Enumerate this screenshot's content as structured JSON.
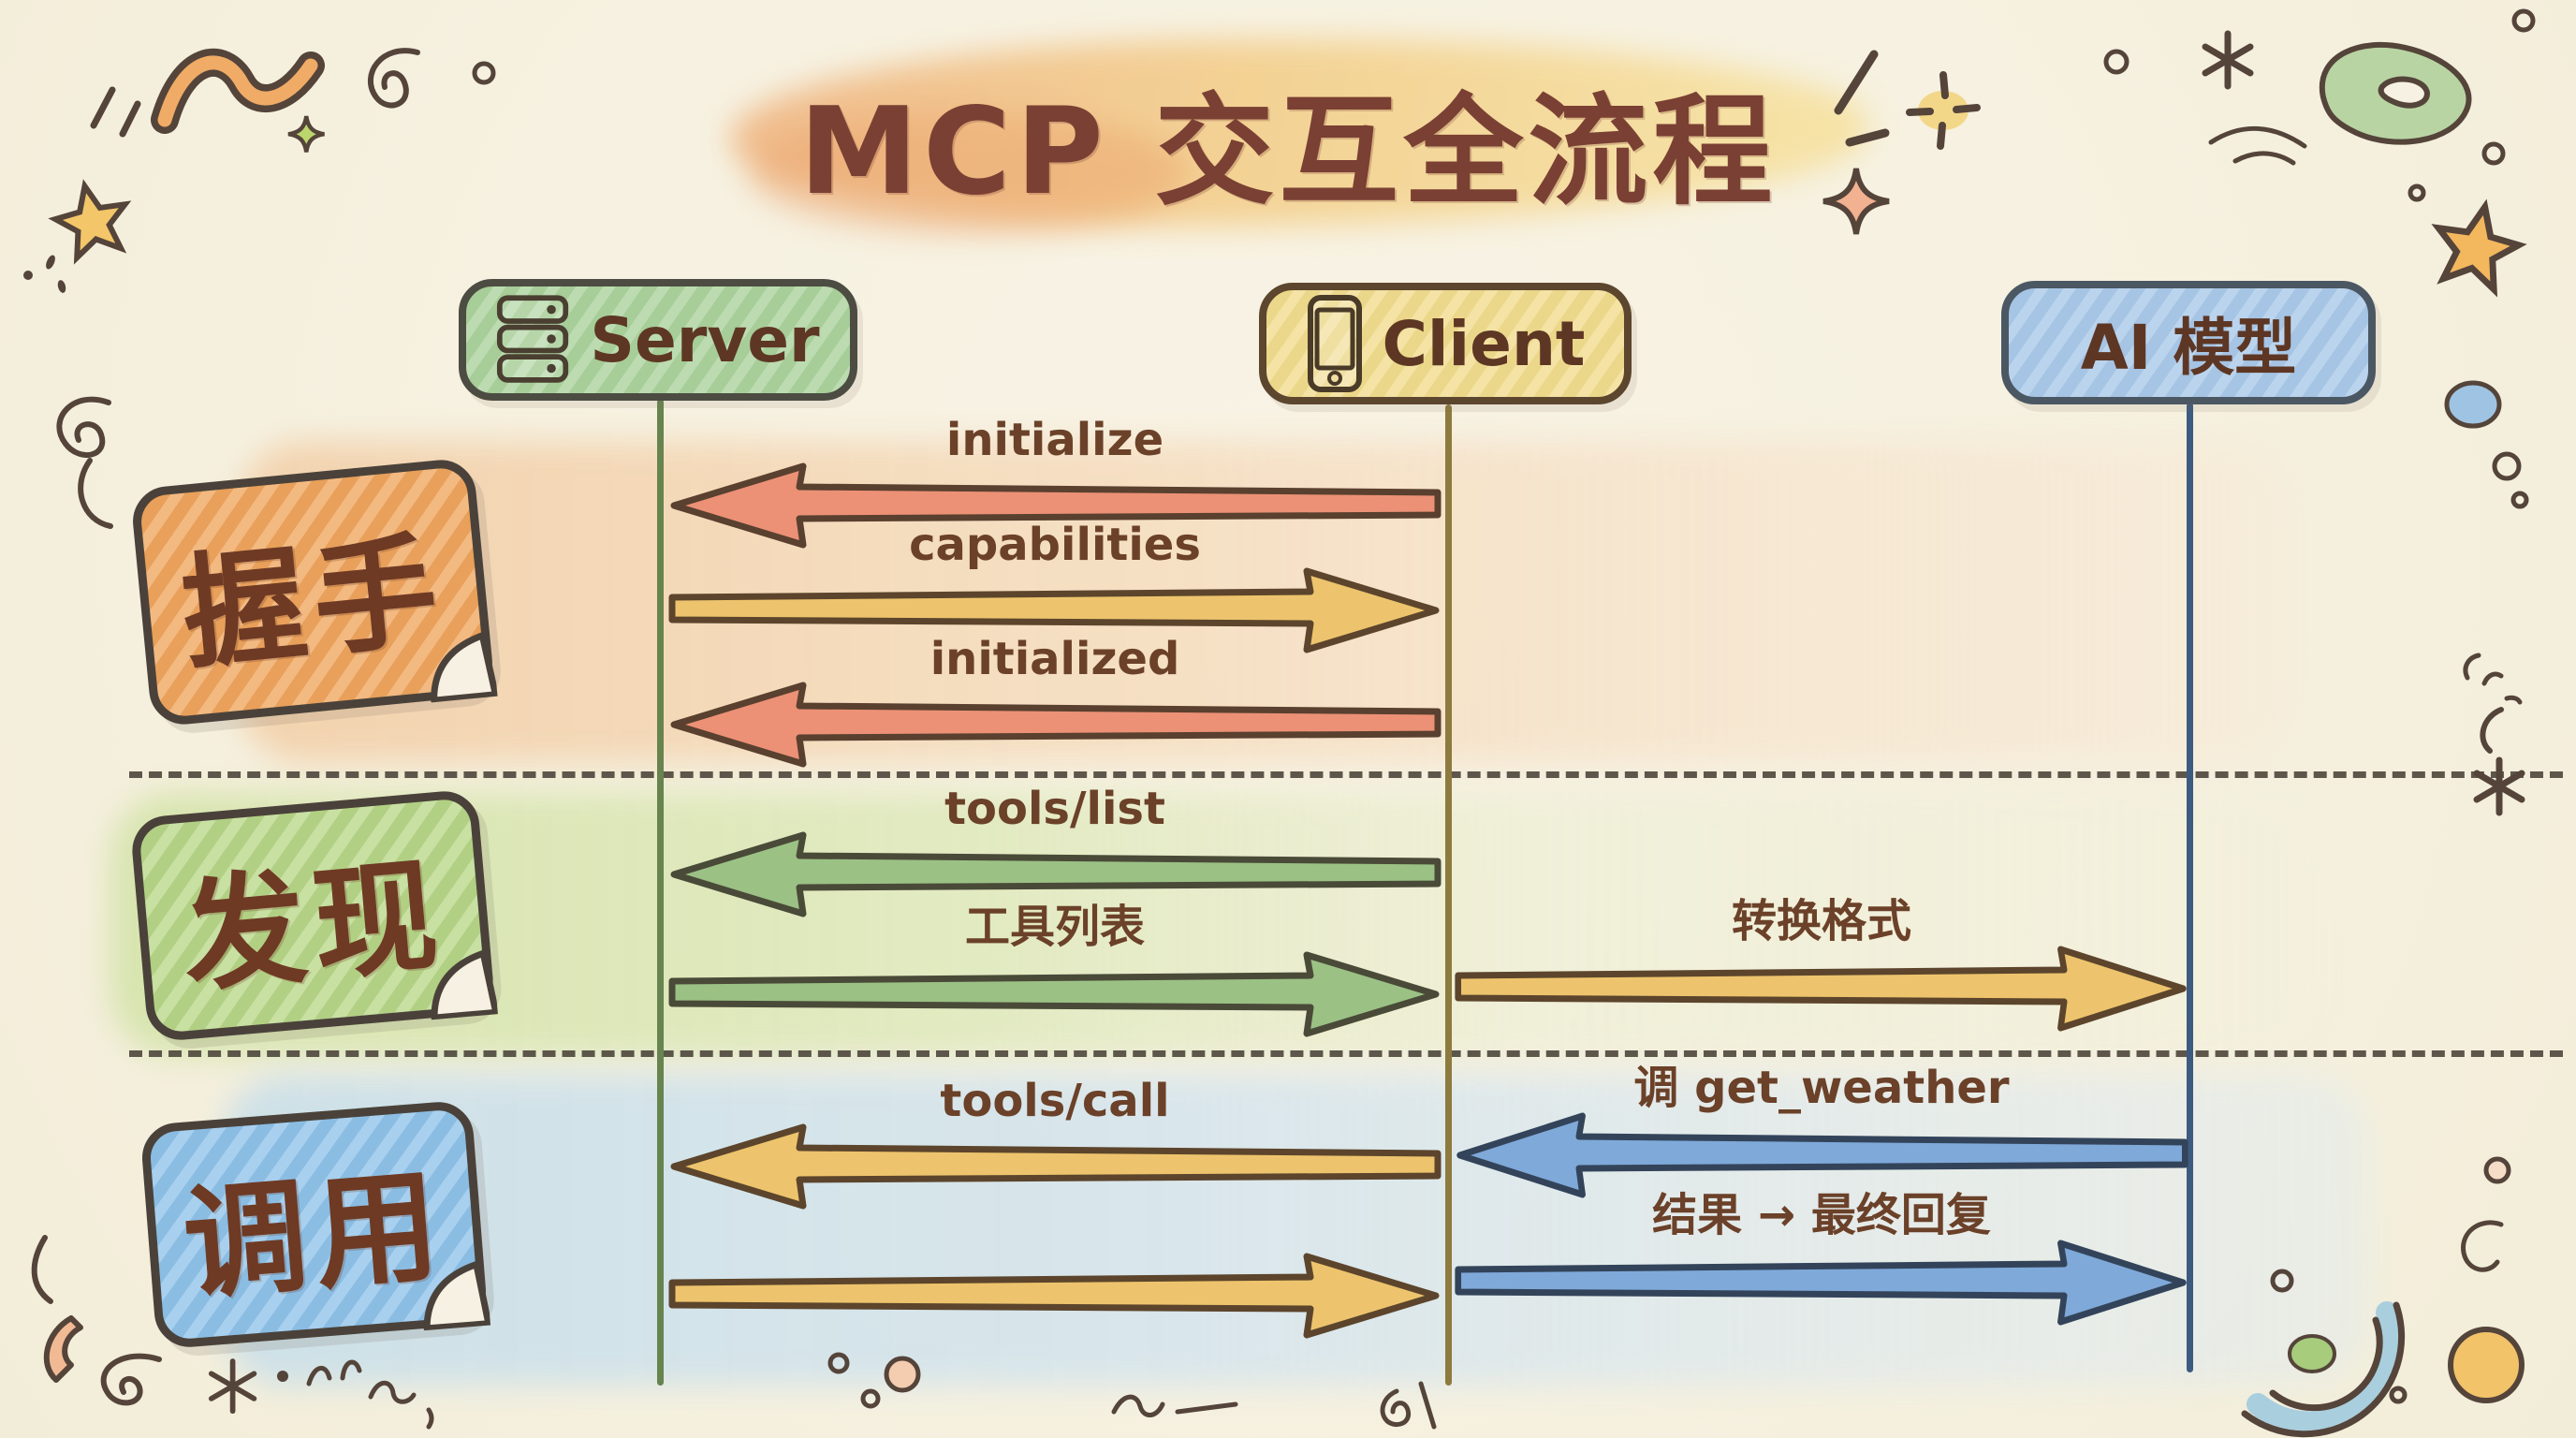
{
  "title": "MCP 交互全流程",
  "actors": [
    {
      "label": "Server",
      "icon": "server-stack-icon"
    },
    {
      "label": "Client",
      "icon": "smartphone-icon"
    },
    {
      "label": "AI 模型",
      "icon": null
    }
  ],
  "phases": [
    {
      "label": "握手",
      "color": "#efa55e"
    },
    {
      "label": "发现",
      "color": "#b8d788"
    },
    {
      "label": "调用",
      "color": "#8fc3ea"
    }
  ],
  "messages": {
    "initialize": "initialize",
    "capabilities": "capabilities",
    "initialized": "initialized",
    "tools_list": "tools/list",
    "tool_list_cn": "工具列表",
    "convert_format": "转换格式",
    "tools_call": "tools/call",
    "call_get_weather": "调 get_weather",
    "result_final_reply": "结果 → 最终回复"
  },
  "colors": {
    "background": "#f6f1e0",
    "title_text": "#7a4033",
    "message_text": "#6b4129",
    "salmon_arrow": "#ec9176",
    "yellow_arrow": "#edc46d",
    "green_arrow": "#9bc185",
    "blue_arrow": "#7fa9d9",
    "server_fill": "#abd29c",
    "client_fill": "#f1dc8d",
    "ai_fill": "#aac9e9"
  }
}
